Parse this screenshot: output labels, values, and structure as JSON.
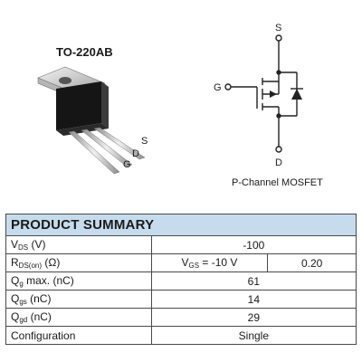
{
  "package": {
    "title": "TO-220AB",
    "pins": {
      "s": "S",
      "d": "D",
      "g": "G"
    }
  },
  "schematic": {
    "source_label": "S",
    "gate_label": "G",
    "drain_label": "D",
    "caption": "P-Channel MOSFET"
  },
  "summary": {
    "title": "PRODUCT SUMMARY",
    "rows": {
      "vds": {
        "sym": "V",
        "sub": "DS",
        "unit": " (V)",
        "value": "-100"
      },
      "rds": {
        "sym": "R",
        "sub": "DS(on)",
        "unit": " (Ω)",
        "cond_sym": "V",
        "cond_sub": "GS",
        "cond_rest": " = -10 V",
        "value": "0.20"
      },
      "qg": {
        "sym": "Q",
        "sub": "g",
        "unit": " max. (nC)",
        "value": "61"
      },
      "qgs": {
        "sym": "Q",
        "sub": "gs",
        "unit": " (nC)",
        "value": "14"
      },
      "qgd": {
        "sym": "Q",
        "sub": "gd",
        "unit": " (nC)",
        "value": "29"
      },
      "config": {
        "label": "Configuration",
        "value": "Single"
      }
    }
  },
  "colors": {
    "header_bg": "#c6dced",
    "border": "#4a4a4a"
  }
}
